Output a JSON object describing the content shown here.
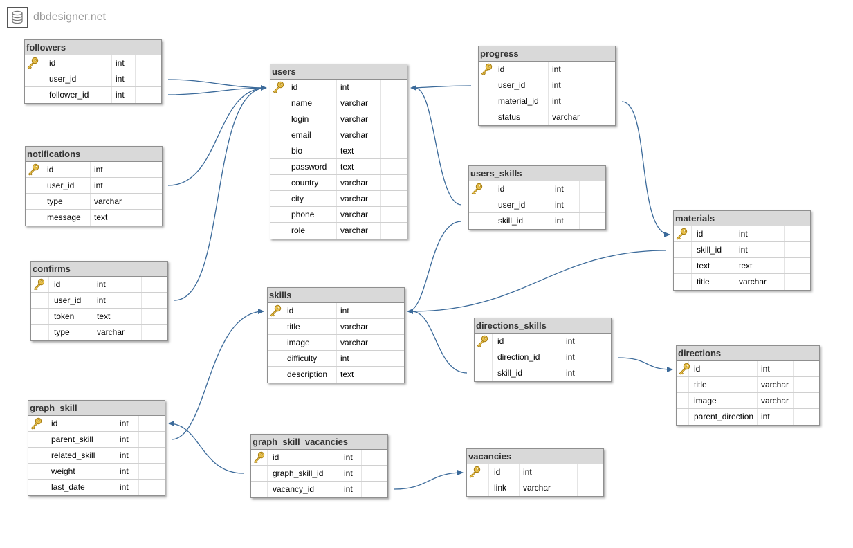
{
  "brand": {
    "name": "dbdesigner.net",
    "icon": "database-icon"
  },
  "colors": {
    "link": "#3b6a9a",
    "header": "#d9d9d9",
    "key": "#e0b23a"
  },
  "tables": [
    {
      "name": "followers",
      "columns": [
        {
          "name": "id",
          "type": "int",
          "pk": true
        },
        {
          "name": "user_id",
          "type": "int"
        },
        {
          "name": "follower_id",
          "type": "int"
        }
      ]
    },
    {
      "name": "notifications",
      "columns": [
        {
          "name": "id",
          "type": "int",
          "pk": true
        },
        {
          "name": "user_id",
          "type": "int"
        },
        {
          "name": "type",
          "type": "varchar"
        },
        {
          "name": "message",
          "type": "text"
        }
      ]
    },
    {
      "name": "confirms",
      "columns": [
        {
          "name": "id",
          "type": "int",
          "pk": true
        },
        {
          "name": "user_id",
          "type": "int"
        },
        {
          "name": "token",
          "type": "text"
        },
        {
          "name": "type",
          "type": "varchar"
        }
      ]
    },
    {
      "name": "graph_skill",
      "columns": [
        {
          "name": "id",
          "type": "int",
          "pk": true
        },
        {
          "name": "parent_skill",
          "type": "int"
        },
        {
          "name": "related_skill",
          "type": "int"
        },
        {
          "name": "weight",
          "type": "int"
        },
        {
          "name": "last_date",
          "type": "int"
        }
      ]
    },
    {
      "name": "users",
      "columns": [
        {
          "name": "id",
          "type": "int",
          "pk": true
        },
        {
          "name": "name",
          "type": "varchar"
        },
        {
          "name": "login",
          "type": "varchar"
        },
        {
          "name": "email",
          "type": "varchar"
        },
        {
          "name": "bio",
          "type": "text"
        },
        {
          "name": "password",
          "type": "text"
        },
        {
          "name": "country",
          "type": "varchar"
        },
        {
          "name": "city",
          "type": "varchar"
        },
        {
          "name": "phone",
          "type": "varchar"
        },
        {
          "name": "role",
          "type": "varchar"
        }
      ]
    },
    {
      "name": "skills",
      "columns": [
        {
          "name": "id",
          "type": "int",
          "pk": true
        },
        {
          "name": "title",
          "type": "varchar"
        },
        {
          "name": "image",
          "type": "varchar"
        },
        {
          "name": "difficulty",
          "type": "int"
        },
        {
          "name": "description",
          "type": "text"
        }
      ]
    },
    {
      "name": "graph_skill_vacancies",
      "columns": [
        {
          "name": "id",
          "type": "int",
          "pk": true
        },
        {
          "name": "graph_skill_id",
          "type": "int"
        },
        {
          "name": "vacancy_id",
          "type": "int"
        }
      ]
    },
    {
      "name": "progress",
      "columns": [
        {
          "name": "id",
          "type": "int",
          "pk": true
        },
        {
          "name": "user_id",
          "type": "int"
        },
        {
          "name": "material_id",
          "type": "int"
        },
        {
          "name": "status",
          "type": "varchar"
        }
      ]
    },
    {
      "name": "users_skills",
      "columns": [
        {
          "name": "id",
          "type": "int",
          "pk": true
        },
        {
          "name": "user_id",
          "type": "int"
        },
        {
          "name": "skill_id",
          "type": "int"
        }
      ]
    },
    {
      "name": "directions_skills",
      "columns": [
        {
          "name": "id",
          "type": "int",
          "pk": true
        },
        {
          "name": "direction_id",
          "type": "int"
        },
        {
          "name": "skill_id",
          "type": "int"
        }
      ]
    },
    {
      "name": "vacancies",
      "columns": [
        {
          "name": "id",
          "type": "int",
          "pk": true
        },
        {
          "name": "link",
          "type": "varchar"
        }
      ]
    },
    {
      "name": "materials",
      "columns": [
        {
          "name": "id",
          "type": "int",
          "pk": true
        },
        {
          "name": "skill_id",
          "type": "int"
        },
        {
          "name": "text",
          "type": "text"
        },
        {
          "name": "title",
          "type": "varchar"
        }
      ]
    },
    {
      "name": "directions",
      "columns": [
        {
          "name": "id",
          "type": "int",
          "pk": true
        },
        {
          "name": "title",
          "type": "varchar"
        },
        {
          "name": "image",
          "type": "varchar"
        },
        {
          "name": "parent_direction",
          "type": "int"
        }
      ]
    }
  ],
  "relations": [
    {
      "from": "followers.user_id",
      "to": "users.id"
    },
    {
      "from": "followers.follower_id",
      "to": "users.id"
    },
    {
      "from": "notifications.user_id",
      "to": "users.id"
    },
    {
      "from": "confirms.user_id",
      "to": "users.id"
    },
    {
      "from": "progress.user_id",
      "to": "users.id"
    },
    {
      "from": "users_skills.user_id",
      "to": "users.id"
    },
    {
      "from": "users_skills.skill_id",
      "to": "skills.id"
    },
    {
      "from": "materials.skill_id",
      "to": "skills.id"
    },
    {
      "from": "directions_skills.skill_id",
      "to": "skills.id"
    },
    {
      "from": "graph_skill.parent_skill",
      "to": "skills.id"
    },
    {
      "from": "graph_skill_vacancies.graph_skill_id",
      "to": "graph_skill.id"
    },
    {
      "from": "graph_skill_vacancies.vacancy_id",
      "to": "vacancies.id"
    },
    {
      "from": "progress.material_id",
      "to": "materials.id"
    },
    {
      "from": "directions_skills.direction_id",
      "to": "directions.id"
    }
  ]
}
